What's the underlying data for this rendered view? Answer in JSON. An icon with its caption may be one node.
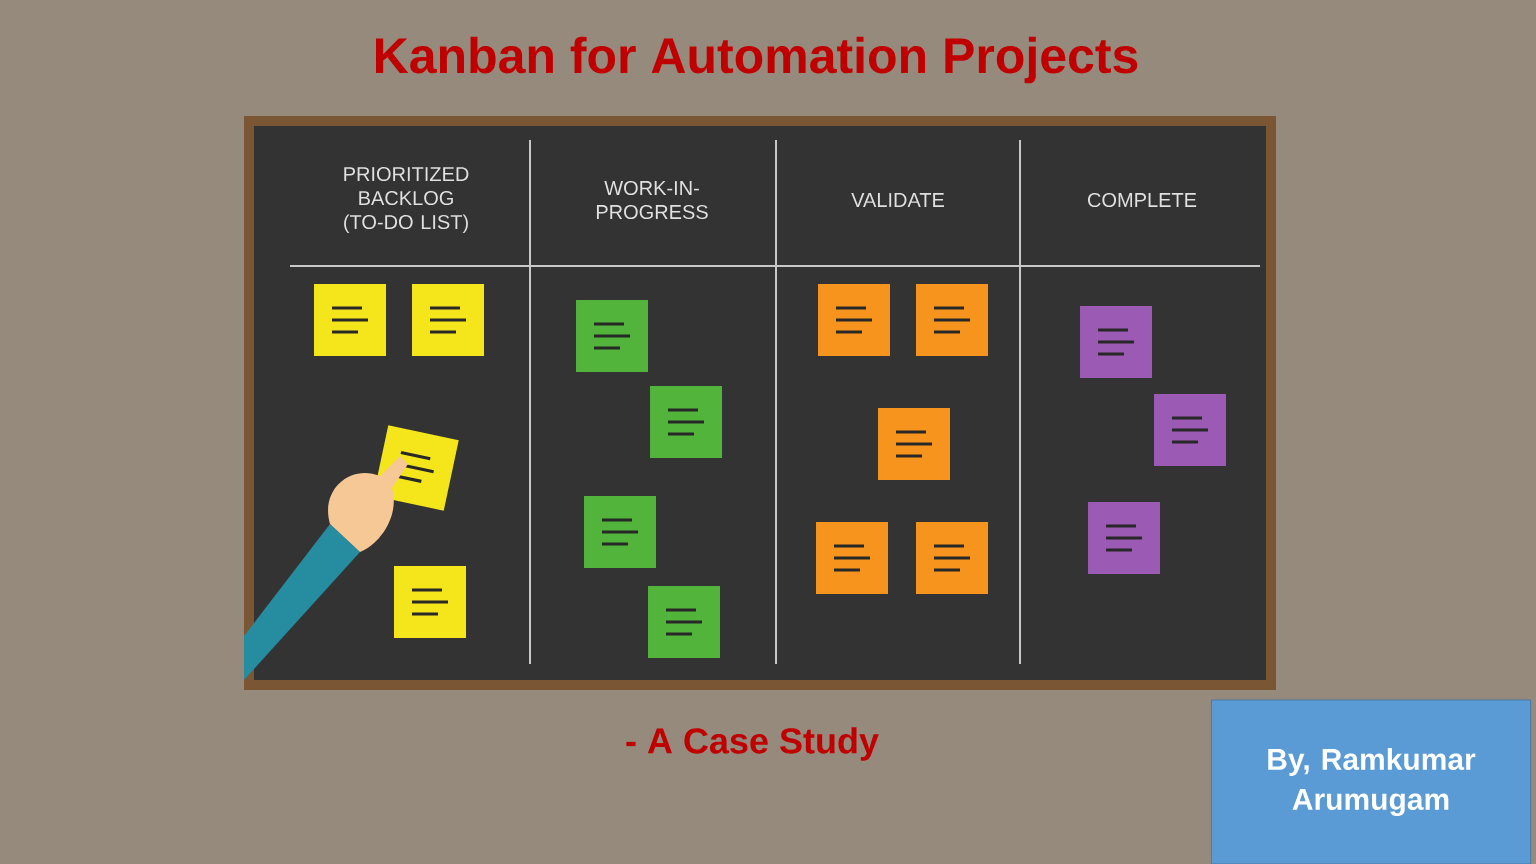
{
  "diagram": {
    "title": "Kanban for Automation Projects",
    "nodes": [
      {
        "text": [],
        "shape": "box"
      },
      {
        "text": [
          "PRIORITIZED BACKLOG (TO-DO LIST)"
        ],
        "in": 0
      },
      {
        "text": [
          "WORK-IN-PROGRESS"
        ],
        "in": 0
      },
      {
        "text": [
          "VALIDATE"
        ],
        "in": 0
      },
      {
        "text": [
          "COMPLETE"
        ],
        "in": 0
      },
      {
        "text": [
          "By, Ramkumar Arumugam"
        ]
      }
    ],
    "labels": [
      "- A Case Study"
    ]
  }
}
